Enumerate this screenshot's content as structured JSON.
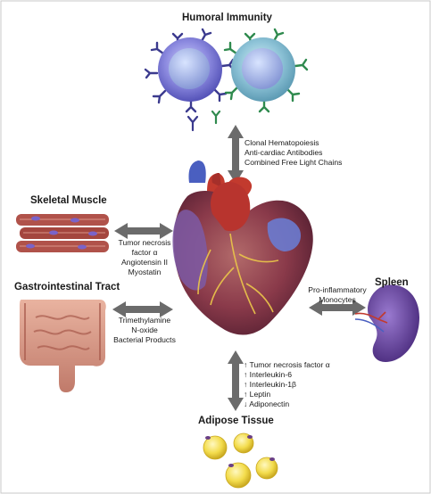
{
  "humoral": {
    "title": "Humoral Immunity",
    "items": [
      "Clonal Hematopoiesis",
      "Anti-cardiac Antibodies",
      "Combined Free Light Chains"
    ]
  },
  "skeletal": {
    "title": "Skeletal Muscle",
    "items": [
      "Tumor necrosis",
      "factor α",
      "Angiotensin II",
      "Myostatin"
    ]
  },
  "gi": {
    "title": "Gastrointestinal Tract",
    "items": [
      "Trimethylamine",
      "N-oxide",
      "Bacterial Products"
    ]
  },
  "spleen": {
    "title": "Spleen",
    "items": [
      "Pro-inflammatory",
      "Monocytes"
    ]
  },
  "adipose": {
    "title": "Adipose Tissue",
    "items": [
      "↑ Tumor necrosis factor α",
      "↑ Interleukin-6",
      "↑ Interleukin-1β",
      "↑ Leptin",
      "↓ Adiponectin"
    ]
  },
  "colors": {
    "arrow": "#6b6b6b",
    "border": "#c8c8c8",
    "heart": "#8a3a4a",
    "cell_blue": "#7e7cd8",
    "cell_green": "#6fb49a",
    "fat": "#f0d94a"
  }
}
